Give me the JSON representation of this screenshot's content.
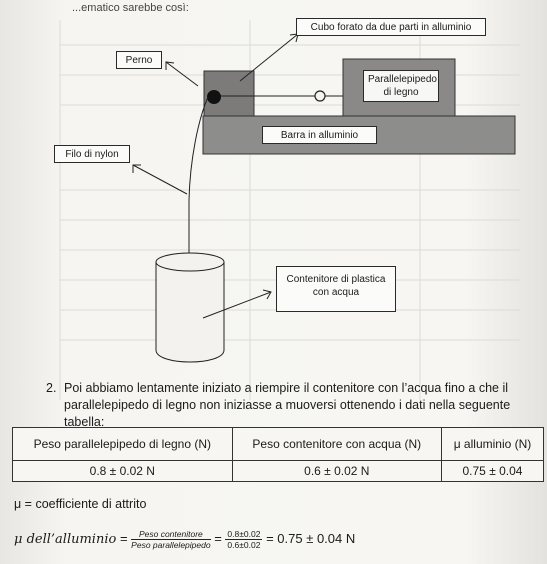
{
  "header_fragment": "...ematico sarebbe così:",
  "diagram": {
    "label_cubo": "Cubo forato da due parti in alluminio",
    "label_perno": "Perno",
    "label_parallelepipedo": "Parallelepipedo di legno",
    "label_barra": "Barra in alluminio",
    "label_filo": "Filo di nylon",
    "label_contenitore": "Contenitore di plastica con acqua"
  },
  "step": {
    "number": "2.",
    "text": "Poi abbiamo lentamente iniziato a riempire il contenitore con l’acqua fino a che il parallelepipedo di legno non iniziasse a muoversi ottenendo i dati nella seguente tabella:"
  },
  "table": {
    "headers": [
      "Peso parallelepipedo di legno (N)",
      "Peso contenitore con acqua (N)",
      "μ alluminio (N)"
    ],
    "values": [
      "0.8 ± 0.02 N",
      "0.6 ± 0.02 N",
      "0.75 ± 0.04"
    ]
  },
  "mu_definition": "μ = coefficiente di attrito",
  "formula": {
    "lhs": "μ dell’alluminio",
    "eq": "=",
    "frac1_num": "Peso contenitore",
    "frac1_den": "Peso parallelepipedo",
    "frac2_num": "0.8±0.02",
    "frac2_den": "0.6±0.02",
    "result": "= 0.75 ± 0.04 N"
  }
}
